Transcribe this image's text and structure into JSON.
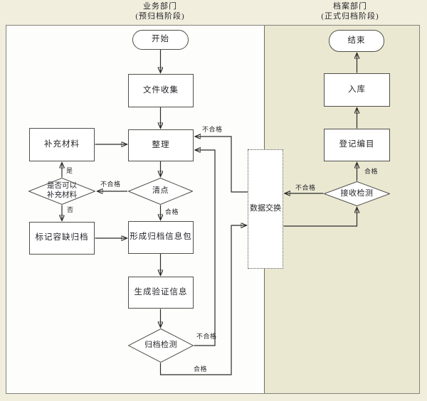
{
  "lanes": [
    {
      "title": "业务部门",
      "subtitle": "(预归档阶段)"
    },
    {
      "title": "档案部门",
      "subtitle": "(正式归档阶段)"
    }
  ],
  "nodes": {
    "start": "开始",
    "file_collection": "文件收集",
    "organize": "整理",
    "supplement_materials": "补充材料",
    "can_supplement": "是否可以补充材料",
    "inventory": "清点",
    "mark_missing_archive": "标记容缺归档",
    "form_archive_package": "形成归档信息包",
    "generate_verification": "生成验证信息",
    "archive_check": "归档检测",
    "data_exchange": "数据交换",
    "receive_check": "接收检测",
    "register_catalog": "登记编目",
    "storage": "入库",
    "end": "结束"
  },
  "edge_labels": {
    "yes": "是",
    "no": "否",
    "pass": "合格",
    "fail": "不合格"
  },
  "edges": [
    {
      "from": "start",
      "to": "file_collection",
      "label": ""
    },
    {
      "from": "file_collection",
      "to": "organize",
      "label": ""
    },
    {
      "from": "organize",
      "to": "inventory",
      "label": ""
    },
    {
      "from": "inventory",
      "to": "can_supplement",
      "label": "不合格"
    },
    {
      "from": "can_supplement",
      "to": "supplement_materials",
      "label": "是"
    },
    {
      "from": "supplement_materials",
      "to": "organize",
      "label": ""
    },
    {
      "from": "can_supplement",
      "to": "mark_missing_archive",
      "label": "否"
    },
    {
      "from": "mark_missing_archive",
      "to": "form_archive_package",
      "label": ""
    },
    {
      "from": "inventory",
      "to": "form_archive_package",
      "label": "合格"
    },
    {
      "from": "form_archive_package",
      "to": "generate_verification",
      "label": ""
    },
    {
      "from": "generate_verification",
      "to": "archive_check",
      "label": ""
    },
    {
      "from": "archive_check",
      "to": "organize",
      "label": "不合格"
    },
    {
      "from": "archive_check",
      "to": "data_exchange",
      "label": "合格"
    },
    {
      "from": "data_exchange",
      "to": "receive_check",
      "label": ""
    },
    {
      "from": "receive_check",
      "to": "data_exchange",
      "label": "不合格"
    },
    {
      "from": "data_exchange",
      "to": "organize",
      "label": "不合格"
    },
    {
      "from": "receive_check",
      "to": "register_catalog",
      "label": "合格"
    },
    {
      "from": "register_catalog",
      "to": "storage",
      "label": ""
    },
    {
      "from": "storage",
      "to": "end",
      "label": ""
    }
  ],
  "colors": {
    "page_bg": "#f1eede",
    "left_lane_bg": "#fdfdfb",
    "right_lane_bg": "#ebe8d2",
    "node_border": "#504f4a",
    "connector": "#2b2b28",
    "text": "#26262b"
  }
}
